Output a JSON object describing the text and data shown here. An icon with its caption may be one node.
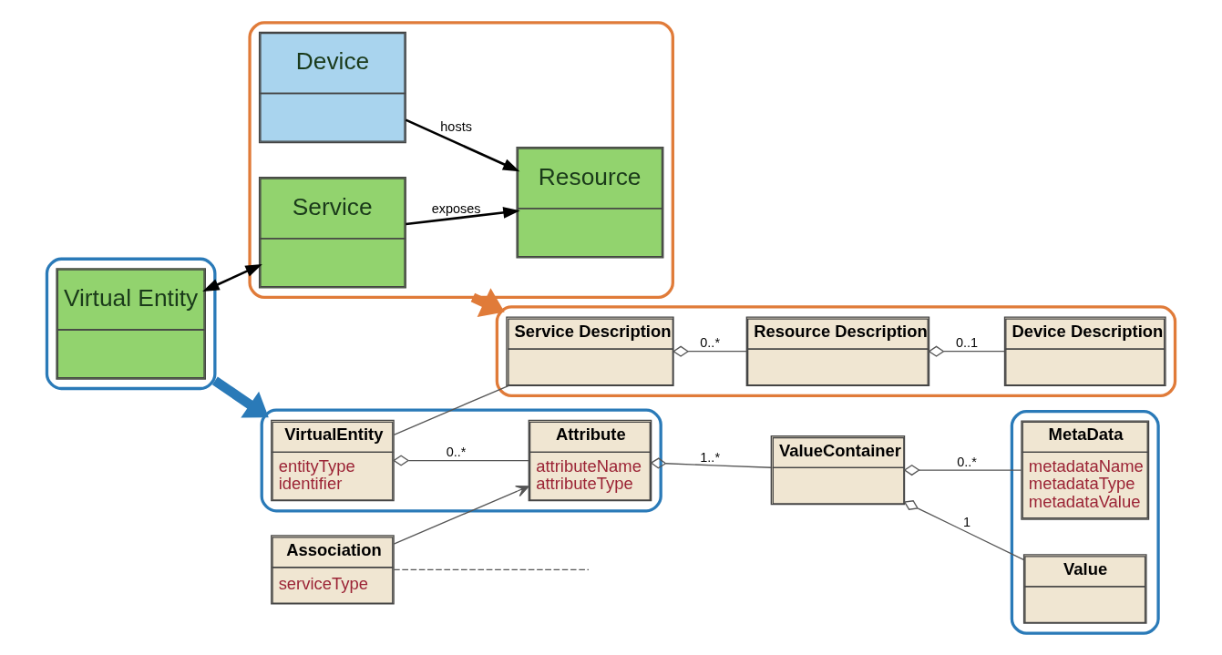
{
  "diagram": {
    "nodes": [
      {
        "text": [],
        "shape": "box"
      },
      {
        "text": [
          "Virtual Entity"
        ],
        "in": 0
      },
      {
        "text": [],
        "shape": "box"
      },
      {
        "text": [
          "Service"
        ],
        "in": 2
      },
      {
        "text": [
          "Device"
        ],
        "in": 2
      },
      {
        "text": [
          "Resource"
        ],
        "in": 2
      },
      {
        "text": [],
        "shape": "box"
      },
      {
        "text": [
          "VirtualEntity",
          "entityType",
          "identifier"
        ],
        "in": 6
      },
      {
        "text": [
          "Attribute",
          "attributeName",
          "attributeType"
        ],
        "in": 6
      },
      {
        "text": [],
        "shape": "box"
      },
      {
        "text": [
          "Value"
        ],
        "in": 9
      },
      {
        "text": [
          "MetaData",
          "metadataName",
          "metadataType",
          "metadataValue"
        ],
        "in": 9
      },
      {
        "text": [
          "ValueContainer"
        ]
      },
      {
        "text": [
          "Association",
          "serviceType"
        ]
      },
      {
        "text": [],
        "shape": "box"
      },
      {
        "text": [
          "Service Description"
        ],
        "in": 14
      },
      {
        "text": [
          "Resource Description"
        ],
        "in": 14
      },
      {
        "text": [
          "Device Description"
        ],
        "in": 14
      }
    ],
    "edges": [
      {
        "from": 1,
        "to": 3,
        "arrow": "both",
        "color": "#000000"
      },
      {
        "from": 3,
        "to": 5,
        "arrow": "to",
        "label": "exposes",
        "color": "#000000"
      },
      {
        "from": 4,
        "to": 5,
        "arrow": "to",
        "label": "hosts",
        "color": "#000000"
      },
      {
        "from": 0,
        "to": 6,
        "arrow": "to",
        "style": "thick",
        "color": "#2a7ab8"
      },
      {
        "from": 2,
        "to": 14,
        "arrow": "to",
        "style": "thick",
        "color": "#e07b39"
      },
      {
        "from": 7,
        "to": 8,
        "arrow": "other",
        "label": "0..*"
      },
      {
        "from": 8,
        "to": 12,
        "arrow": "other",
        "label": "1..*"
      },
      {
        "from": 12,
        "to": 10,
        "arrow": "other",
        "label": "1"
      },
      {
        "from": 12,
        "to": 11,
        "arrow": "other",
        "label": "0..*"
      },
      {
        "from": 13,
        "to": 8,
        "arrow": "to"
      },
      {
        "from": 7,
        "to": 15,
        "arrow": "none"
      },
      {
        "from": 13,
        "to": null,
        "arrow": "none",
        "style": "dashed"
      },
      {
        "from": 15,
        "to": 16,
        "arrow": "other",
        "label": "0..*"
      },
      {
        "from": 16,
        "to": 17,
        "arrow": "other",
        "label": "0..1"
      }
    ]
  }
}
